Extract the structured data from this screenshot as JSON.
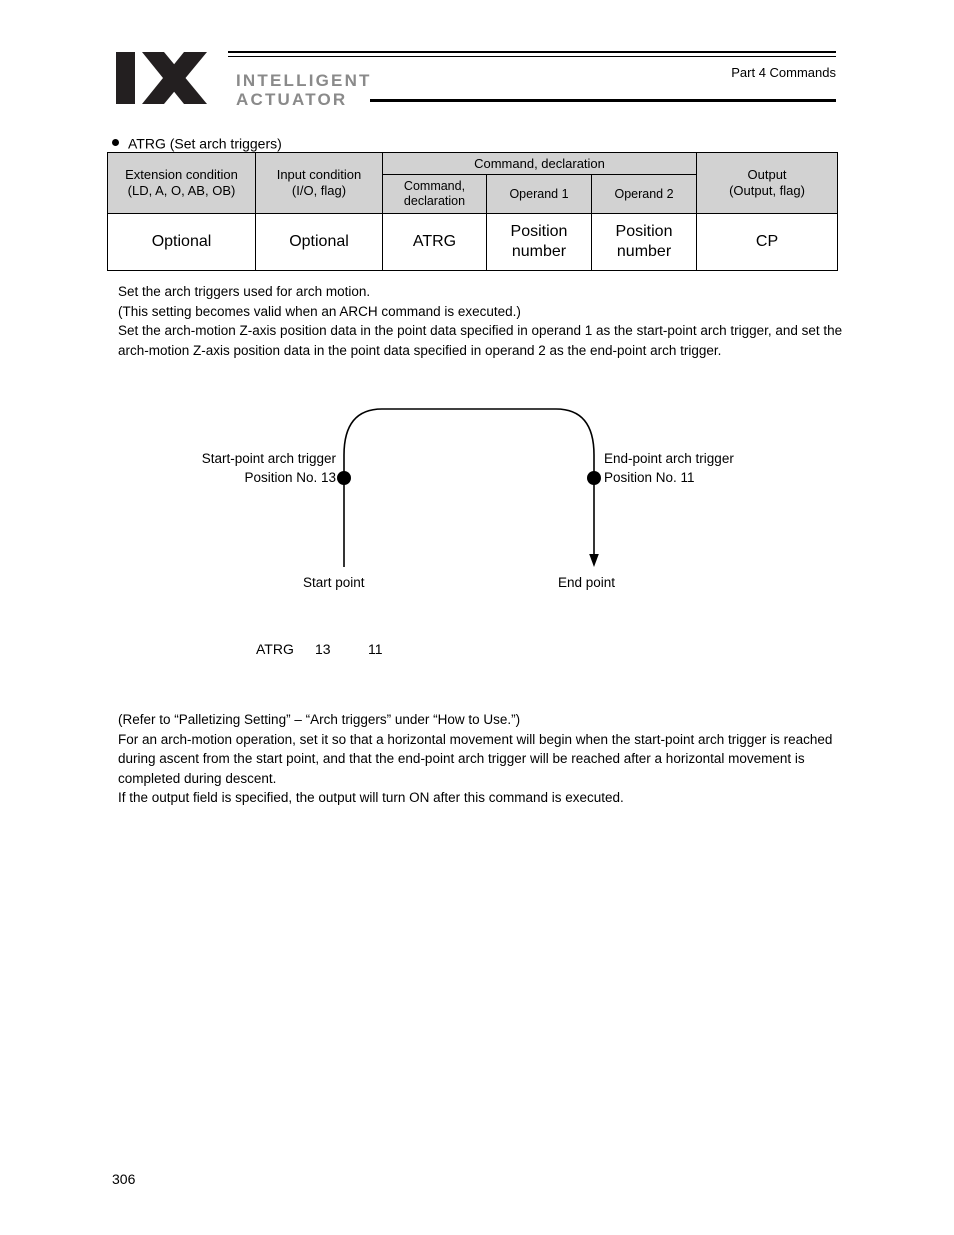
{
  "header": {
    "logo_line1": "INTELLIGENT",
    "logo_line2": "ACTUATOR",
    "logo_mark": "IX",
    "title": "Part 4 Commands"
  },
  "heading": {
    "text": "ATRG (Set arch triggers)"
  },
  "spec_table": {
    "headers": {
      "extension_condition": "Extension condition\n(LD, A, O, AB, OB)",
      "extension_condition_l1": "Extension condition",
      "extension_condition_l2": "(LD, A, O, AB, OB)",
      "input_condition_l1": "Input condition",
      "input_condition_l2": "(I/O, flag)",
      "command_declaration_group": "Command, declaration",
      "command_declaration_l1": "Command,",
      "command_declaration_l2": "declaration",
      "operand1": "Operand 1",
      "operand2": "Operand 2",
      "output_l1": "Output",
      "output_l2": "(Output, flag)"
    },
    "row": {
      "extension_condition": "Optional",
      "input_condition": "Optional",
      "command_declaration": "ATRG",
      "operand1_l1": "Position",
      "operand1_l2": "number",
      "operand2_l1": "Position",
      "operand2_l2": "number",
      "output": "CP"
    }
  },
  "description": {
    "line1": "Set the arch triggers used for arch motion.",
    "line2": "(This setting becomes valid when an ARCH command is executed.)",
    "line3": "Set the arch-motion Z-axis position data in the point data specified in operand 1 as the start-point arch trigger, and set the arch-motion Z-axis position data in the point data specified in operand 2 as the end-point arch trigger."
  },
  "diagram": {
    "start_trigger_l1": "Start-point arch trigger",
    "start_trigger_l2": "Position No. 13",
    "end_trigger_l1": "End-point arch trigger",
    "end_trigger_l2": "Position No. 11",
    "start_point": "Start point",
    "end_point": "End point"
  },
  "code_sample": {
    "command": "ATRG",
    "operand1": "13",
    "operand2": "11"
  },
  "notes": {
    "line1": "(Refer to “Palletizing Setting” – “Arch triggers” under “How to Use.”)",
    "line2": "For an arch-motion operation, set it so that a horizontal movement will begin when the start-point arch trigger is reached during ascent from the start point, and that the end-point arch trigger will be reached after a horizontal movement is completed during descent.",
    "line3": "If the output field is specified, the output will turn ON after this command is executed."
  },
  "footer": {
    "page_number": "306"
  },
  "colors": {
    "table_header_bg": "#d2d2d2",
    "logo_word_gray": "#8a8a8a",
    "text": "#000000",
    "page_bg": "#ffffff"
  }
}
